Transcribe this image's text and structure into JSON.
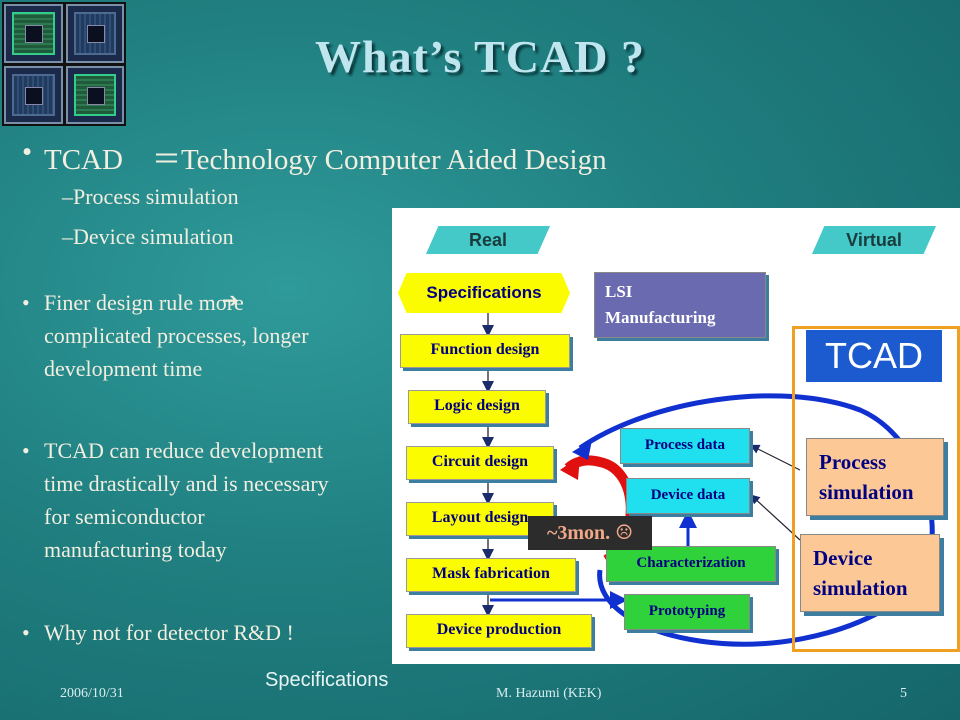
{
  "slide": {
    "title": "What’s TCAD ?",
    "bullets": [
      {
        "text": "TCAD　＝Technology Computer Aided Design"
      },
      {
        "text": "Finer design rule  more complicated processes, longer development time"
      },
      {
        "text": "TCAD can reduce development time drastically and is necessary for semiconductor manufacturing today"
      },
      {
        "text": "Why not for detector R&D !"
      }
    ],
    "sub_bullets": [
      "–Process simulation",
      "–Device simulation"
    ],
    "bullet1_line1": "TCAD　＝Technology Computer Aided Design",
    "bullet2_lines": [
      "Finer design rule  more",
      "complicated processes, longer",
      "development time"
    ],
    "bullet3_lines": [
      "TCAD can reduce development",
      "time drastically and is necessary",
      "for semiconductor",
      "manufacturing today"
    ],
    "bullet4": "Why not for detector R&D !",
    "bullet_mark": "•",
    "arrow_glyph": "➔"
  },
  "diagram": {
    "real_label": "Real",
    "virtual_label": "Virtual",
    "specifications": "Specifications",
    "lsi_lines": [
      "LSI",
      "Manufacturing"
    ],
    "flow": [
      "Function design",
      "Logic design",
      "Circuit design",
      "Layout design",
      "Mask fabrication",
      "Device production"
    ],
    "process_data": "Process data",
    "device_data": "Device data",
    "characterization": "Characterization",
    "prototyping": "Prototyping",
    "tcad_label": "TCAD",
    "process_sim_lines": [
      "Process",
      "simulation"
    ],
    "device_sim_lines": [
      "Device",
      "simulation"
    ],
    "months_label": "~3mon. ☹",
    "colors": {
      "flow_box": "#fcfc00",
      "data_box": "#20e0f0",
      "proto_box": "#2fd23a",
      "sim_box": "#fcc896",
      "tcad_blue": "#1c5acf",
      "frame_orange": "#f0a020",
      "arrow_red": "#e01010",
      "arrow_blue": "#1030d0"
    }
  },
  "footer": {
    "date": "2006/10/31",
    "center": "Specifications",
    "author": "M. Hazumi (KEK)",
    "page": "5"
  }
}
